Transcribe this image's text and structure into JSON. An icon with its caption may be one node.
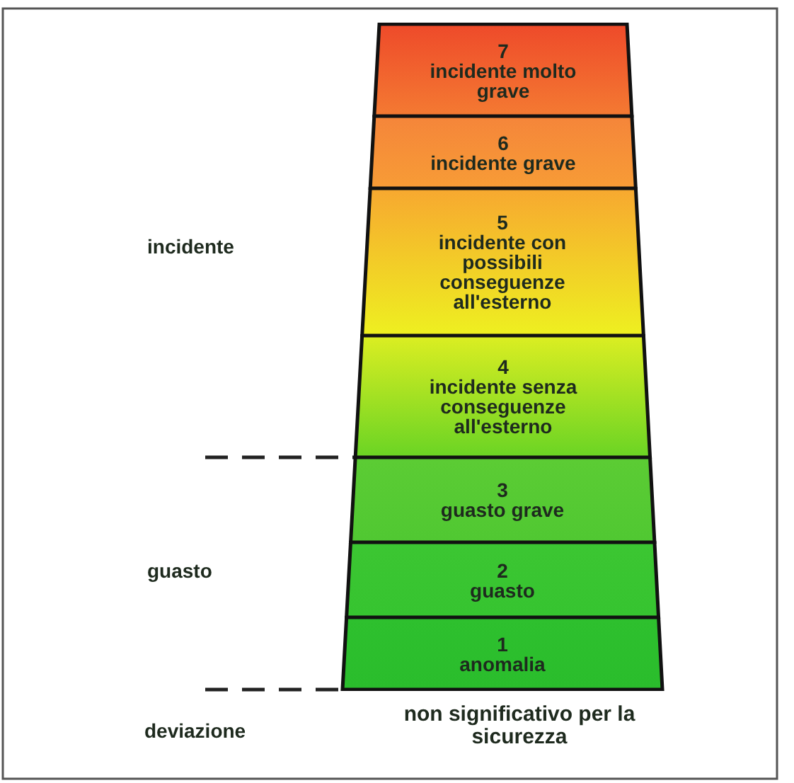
{
  "diagram": {
    "nodes": [
      {
        "text": [
          "7",
          "incidente molto grave"
        ]
      },
      {
        "text": [
          "6",
          "incidente grave"
        ]
      },
      {
        "text": [
          "5",
          "incidente con possibili conseguenze all'esterno"
        ]
      },
      {
        "text": [
          "4",
          "incidente senza conseguenze all'esterno"
        ]
      },
      {
        "text": [
          "3",
          "guasto grave"
        ]
      },
      {
        "text": [
          "2",
          "guasto"
        ]
      },
      {
        "text": [
          "1",
          "anomalia"
        ]
      }
    ],
    "labels": [
      "incidente",
      "guasto",
      "deviazione",
      "non significativo per la sicurezza"
    ]
  }
}
